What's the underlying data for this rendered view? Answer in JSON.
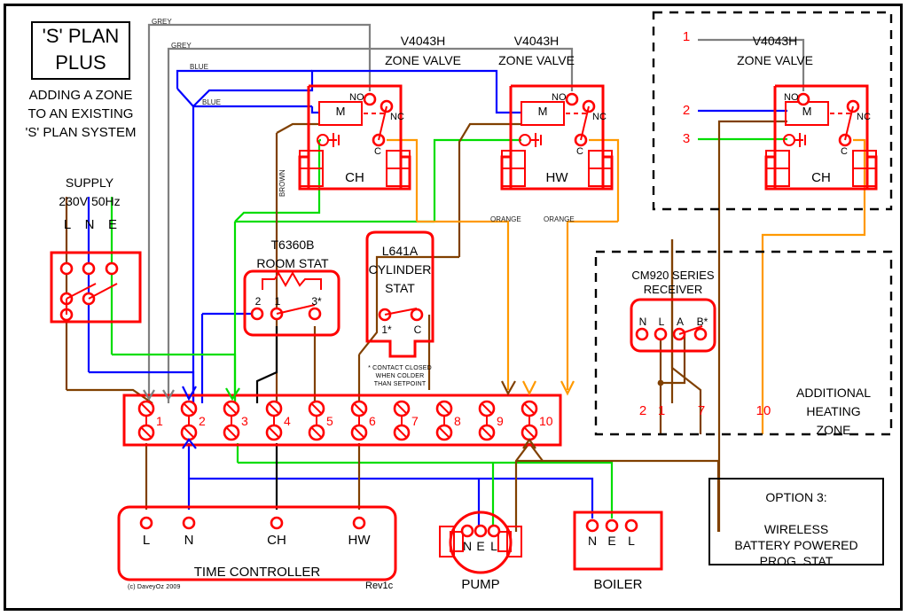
{
  "title_block": {
    "line1": "'S' PLAN",
    "line2": "PLUS",
    "sub1": "ADDING A ZONE",
    "sub2": "TO AN EXISTING",
    "sub3": "'S' PLAN SYSTEM"
  },
  "supply": {
    "label1": "SUPPLY",
    "label2": "230V 50Hz",
    "terminals": [
      "L",
      "N",
      "E"
    ]
  },
  "zone_valves": [
    {
      "id": "ch-valve",
      "model": "V4043H",
      "type": "ZONE VALVE",
      "motor": "M",
      "contacts": [
        "NO",
        "NC",
        "C"
      ],
      "service": "CH"
    },
    {
      "id": "hw-valve",
      "model": "V4043H",
      "type": "ZONE VALVE",
      "motor": "M",
      "contacts": [
        "NO",
        "NC",
        "C"
      ],
      "service": "HW"
    },
    {
      "id": "extra-valve",
      "model": "V4043H",
      "type": "ZONE VALVE",
      "motor": "M",
      "contacts": [
        "NO",
        "NC",
        "C"
      ],
      "service": "CH",
      "wire_numbers": [
        "1",
        "2",
        "3"
      ]
    }
  ],
  "room_stat": {
    "model": "T6360B",
    "name": "ROOM STAT",
    "terminals": [
      "2",
      "1",
      "3*"
    ]
  },
  "cylinder_stat": {
    "model": "L641A",
    "name_line1": "CYLINDER",
    "name_line2": "STAT",
    "terminals": [
      "1*",
      "C"
    ],
    "note_line1": "* CONTACT CLOSED",
    "note_line2": "WHEN COLDER",
    "note_line3": "THAN SETPOINT"
  },
  "receiver": {
    "name_line1": "CM920 SERIES",
    "name_line2": "RECEIVER",
    "terminals": [
      "N",
      "L",
      "A",
      "B*"
    ],
    "wire_numbers": [
      "2",
      "1",
      "7",
      "10"
    ]
  },
  "additional_zone": {
    "line1": "ADDITIONAL",
    "line2": "HEATING",
    "line3": "ZONE"
  },
  "terminal_strip": {
    "numbers": [
      "1",
      "2",
      "3",
      "4",
      "5",
      "6",
      "7",
      "8",
      "9",
      "10"
    ]
  },
  "time_controller": {
    "name": "TIME CONTROLLER",
    "terminals": [
      "L",
      "N",
      "CH",
      "HW"
    ],
    "copyright": "(c) DaveyOz 2009",
    "revision": "Rev1c"
  },
  "pump": {
    "name": "PUMP",
    "terminals": [
      "N",
      "E",
      "L"
    ]
  },
  "boiler": {
    "name": "BOILER",
    "terminals": [
      "N",
      "E",
      "L"
    ]
  },
  "option_box": {
    "line1": "OPTION 3:",
    "line2": "WIRELESS",
    "line3": "BATTERY POWERED",
    "line4": "PROG. STAT"
  },
  "wire_labels": {
    "grey1": "GREY",
    "grey2": "GREY",
    "blue1": "BLUE",
    "blue2": "BLUE",
    "brown_vertical": "BROWN",
    "orange1": "ORANGE",
    "orange2": "ORANGE"
  },
  "colors": {
    "device": "#ff0000",
    "live_brown": "#804000",
    "neutral_blue": "#0000ff",
    "earth_green": "#00dd00",
    "grey": "#808080",
    "orange": "#ff9900",
    "black": "#000000"
  }
}
